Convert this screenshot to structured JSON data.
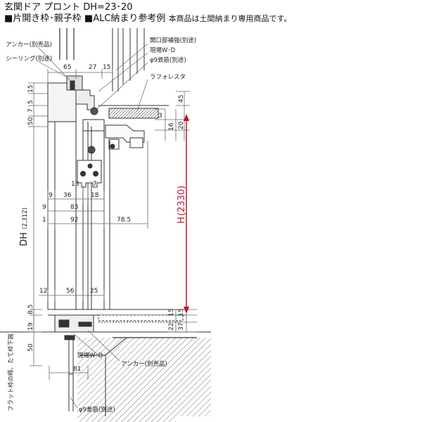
{
  "header": {
    "line1": "玄関ドア プロント DH=23･20",
    "line2_main": "■片開き枠･親子枠 ■ALC納まり参考例",
    "line2_note": "本商品は土間納まり専用商品です。"
  },
  "labels": {
    "anchor_top": "アンカー(別売品)",
    "sealing": "シーリング(別途)",
    "opening_reinforce": "開口部補強(別途)",
    "site_wd_top": "現場W･D",
    "rebar_top": "φ9鉄筋(別途)",
    "lath": "ラフォレスタ",
    "site_wd_bottom": "現場W･D",
    "anchor_bottom": "アンカー(別売品)",
    "rebar_bottom": "φ9差筋(別途)",
    "flat_note": "フラット枠の時、たて枠下端",
    "dh": "DH",
    "dh_value": "(2,312)",
    "h": "H",
    "h_value": "(2330)"
  },
  "dims": {
    "top_65": "65",
    "top_27": "27",
    "top_15": "15",
    "left_15": "15",
    "left_7": "7",
    "left_5": "5",
    "left_50": "50",
    "right_45": "45",
    "right_3": "3",
    "right_16": "16",
    "right_20": "20",
    "d13": "13",
    "d7": "7",
    "d9a": "9",
    "d36": "36",
    "d18": "18",
    "d9b": "9",
    "d83": "83",
    "d1": "1",
    "d92": "92",
    "d78_5": "78.5",
    "d12": "12",
    "d56": "56",
    "d25": "25",
    "d8_5": "8.5",
    "d19": "19",
    "d15b": "15",
    "d22": "22",
    "d15c": "15",
    "d37": "37",
    "d50b": "50",
    "d81": "81"
  },
  "colors": {
    "h_dimension": "#c0132a",
    "line": "#333333",
    "dimline": "#666666"
  }
}
